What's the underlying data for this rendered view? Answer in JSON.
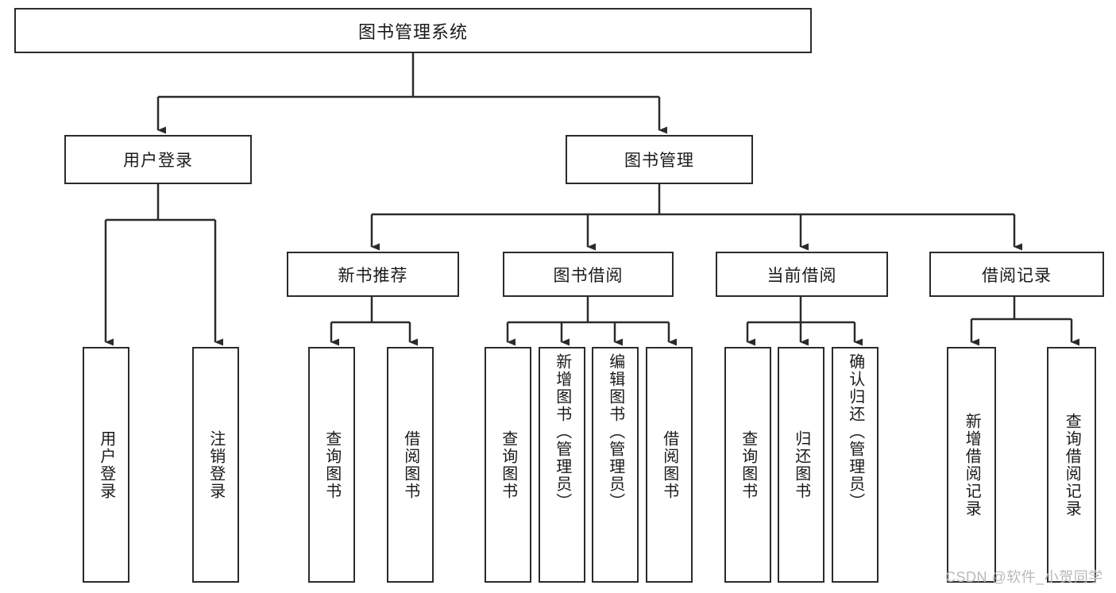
{
  "diagram": {
    "title": "图书管理系统",
    "watermark": "CSDN @软件_小贺同学",
    "type": "tree",
    "colors": {
      "background": "#ffffff",
      "node_border": "#2b2b2b",
      "node_fill": "#ffffff",
      "edge": "#2b2b2b",
      "text": "#1a1a1a",
      "watermark": "#b9b9b9"
    },
    "root": {
      "label": "图书管理系统"
    },
    "level2": [
      {
        "label": "用户登录"
      },
      {
        "label": "图书管理"
      }
    ],
    "level3": [
      {
        "label": "新书推荐"
      },
      {
        "label": "图书借阅"
      },
      {
        "label": "当前借阅"
      },
      {
        "label": "借阅记录"
      }
    ],
    "leaves": {
      "user_login": [
        {
          "label": "用户登录"
        },
        {
          "label": "注销登录"
        }
      ],
      "new_book_recommend": [
        {
          "label": "查询图书"
        },
        {
          "label": "借阅图书"
        }
      ],
      "book_borrow": [
        {
          "label": "查询图书"
        },
        {
          "label": "新增图书（管理员）"
        },
        {
          "label": "编辑图书（管理员）"
        },
        {
          "label": "借阅图书"
        }
      ],
      "current_borrow": [
        {
          "label": "查询图书"
        },
        {
          "label": "归还图书"
        },
        {
          "label": "确认归还（管理员）"
        }
      ],
      "borrow_records": [
        {
          "label": "新增借阅记录"
        },
        {
          "label": "查询借阅记录"
        }
      ]
    }
  }
}
